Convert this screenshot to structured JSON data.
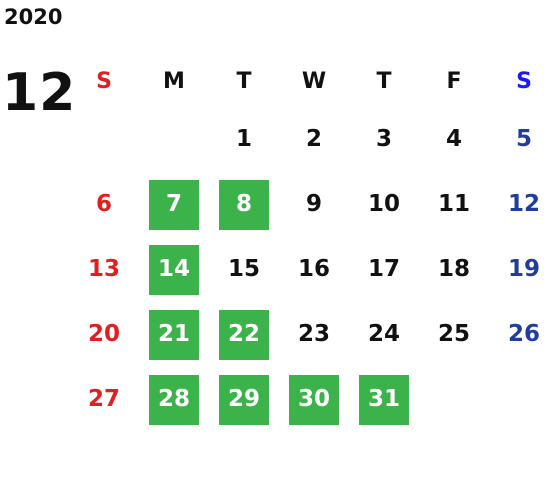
{
  "calendar": {
    "year": "2020",
    "month": "12",
    "weekdays": [
      {
        "label": "S",
        "kind": "sun"
      },
      {
        "label": "M",
        "kind": "weekday"
      },
      {
        "label": "T",
        "kind": "weekday"
      },
      {
        "label": "W",
        "kind": "weekday"
      },
      {
        "label": "T",
        "kind": "weekday"
      },
      {
        "label": "F",
        "kind": "weekday"
      },
      {
        "label": "S",
        "kind": "sat"
      }
    ],
    "weeks": [
      [
        "",
        "",
        "1",
        "2",
        "3",
        "4",
        "5"
      ],
      [
        "6",
        "7",
        "8",
        "9",
        "10",
        "11",
        "12"
      ],
      [
        "13",
        "14",
        "15",
        "16",
        "17",
        "18",
        "19"
      ],
      [
        "20",
        "21",
        "22",
        "23",
        "24",
        "25",
        "26"
      ],
      [
        "27",
        "28",
        "29",
        "30",
        "31",
        "",
        ""
      ]
    ],
    "highlighted_days": [
      "7",
      "8",
      "14",
      "21",
      "22",
      "28",
      "29",
      "30",
      "31"
    ],
    "colors": {
      "highlight": "#3cb34a",
      "sunday": "#e02020",
      "saturday": "#1f3d99",
      "saturday_header": "#1a1aff",
      "text": "#111111"
    }
  }
}
